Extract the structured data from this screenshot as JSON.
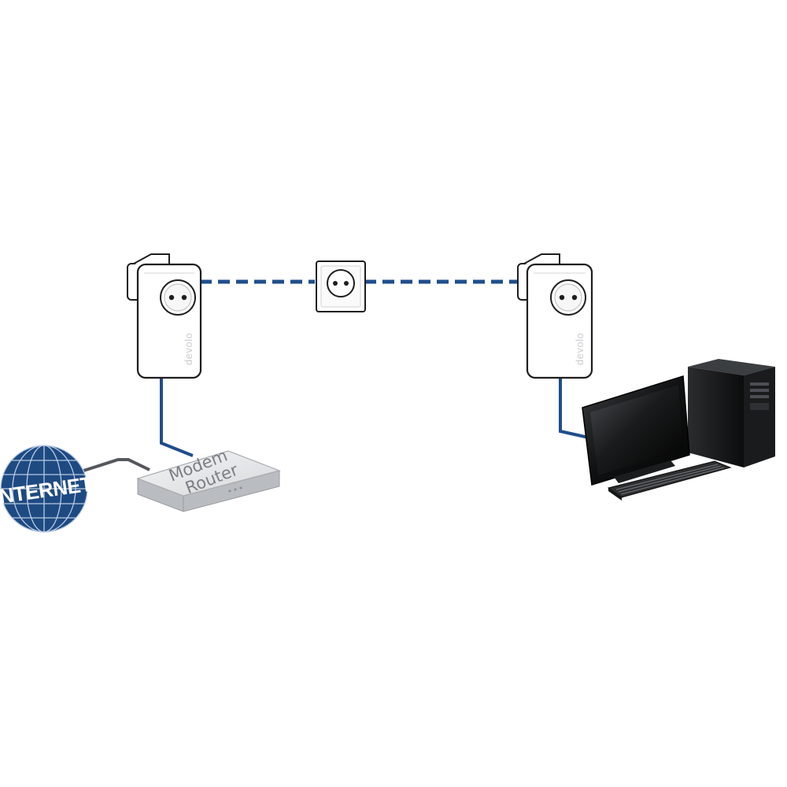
{
  "diagram": {
    "globe": {
      "label": "INTERNET"
    },
    "router": {
      "line1": "Modem",
      "line2": "Router"
    },
    "adapters": [
      {
        "brand": "devolo"
      },
      {
        "brand": "devolo"
      }
    ]
  },
  "colors": {
    "cable_blue": "#1f4e8c",
    "cable_grey": "#55585c",
    "globe_blue": "#1e4a82",
    "adapter_outline": "#1e1e1e"
  }
}
